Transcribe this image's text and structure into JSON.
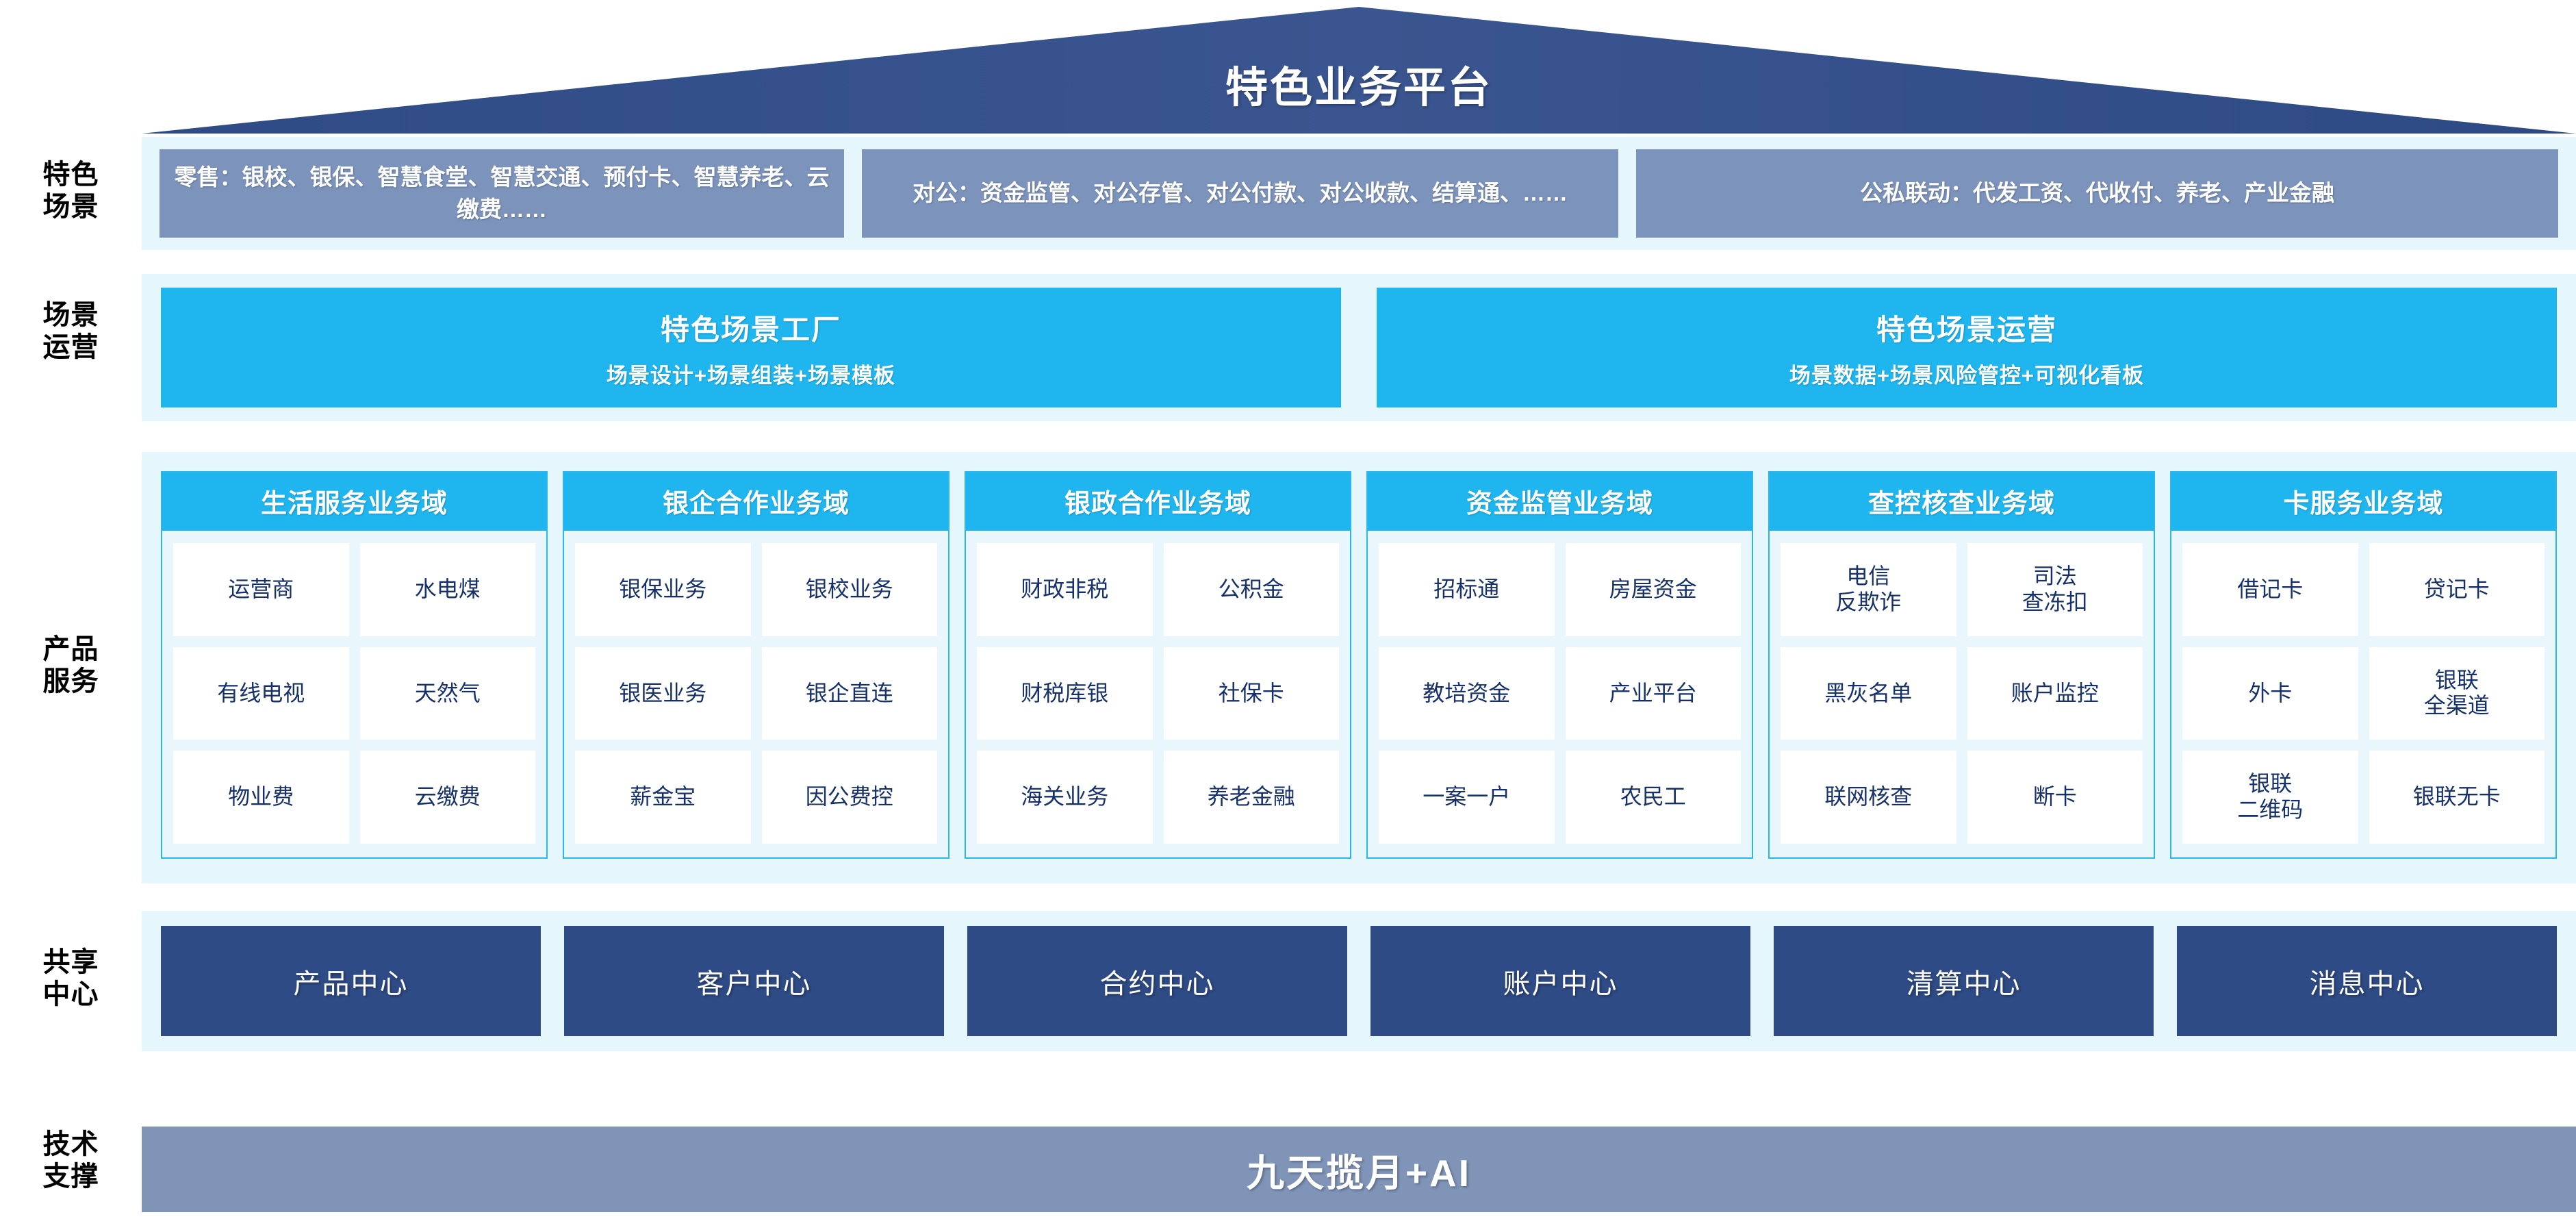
{
  "header": {
    "title": "特色业务平台"
  },
  "rail": {
    "scene": "特色\n场景",
    "operation": "场景\n运营",
    "product": "产品\n服务",
    "shared": "共享\n中心",
    "tech": "技术\n支撑"
  },
  "scene_row": {
    "boxes": [
      {
        "key": "retail",
        "text": "零售：银校、银保、智慧食堂、智慧交通、预付卡、智慧养老、云缴费……"
      },
      {
        "key": "corp",
        "text": "对公：资金监管、对公存管、对公付款、对公收款、结算通、……"
      },
      {
        "key": "linkage",
        "text": "公私联动：代发工资、代收付、养老、产业金融"
      }
    ]
  },
  "operation_row": {
    "boxes": [
      {
        "title": "特色场景工厂",
        "subtitle": "场景设计+场景组装+场景模板"
      },
      {
        "title": "特色场景运营",
        "subtitle": "场景数据+场景风险管控+可视化看板"
      }
    ]
  },
  "product_row": {
    "domains": [
      {
        "title": "生活服务业务域",
        "items": [
          "运营商",
          "水电煤",
          "有线电视",
          "天然气",
          "物业费",
          "云缴费"
        ]
      },
      {
        "title": "银企合作业务域",
        "items": [
          "银保业务",
          "银校业务",
          "银医业务",
          "银企直连",
          "薪金宝",
          "因公费控"
        ]
      },
      {
        "title": "银政合作业务域",
        "items": [
          "财政非税",
          "公积金",
          "财税库银",
          "社保卡",
          "海关业务",
          "养老金融"
        ]
      },
      {
        "title": "资金监管业务域",
        "items": [
          "招标通",
          "房屋资金",
          "教培资金",
          "产业平台",
          "一案一户",
          "农民工"
        ]
      },
      {
        "title": "查控核查业务域",
        "items": [
          "电信\n反欺诈",
          "司法\n查冻扣",
          "黑灰名单",
          "账户监控",
          "联网核查",
          "断卡"
        ]
      },
      {
        "title": "卡服务业务域",
        "items": [
          "借记卡",
          "贷记卡",
          "外卡",
          "银联\n全渠道",
          "银联\n二维码",
          "银联无卡"
        ]
      }
    ]
  },
  "shared_row": {
    "boxes": [
      "产品中心",
      "客户中心",
      "合约中心",
      "账户中心",
      "清算中心",
      "消息中心"
    ]
  },
  "tech_row": {
    "label": "九天揽月+AI"
  },
  "colors": {
    "roof_navy": "#2f4b85",
    "band_wash": "#e6f6fd",
    "scene_box": "#7c93bb",
    "cyan": "#1fb6ef",
    "cell_text": "#16306b",
    "share_navy": "#2f4b85",
    "tech_bar": "#8094b8"
  }
}
